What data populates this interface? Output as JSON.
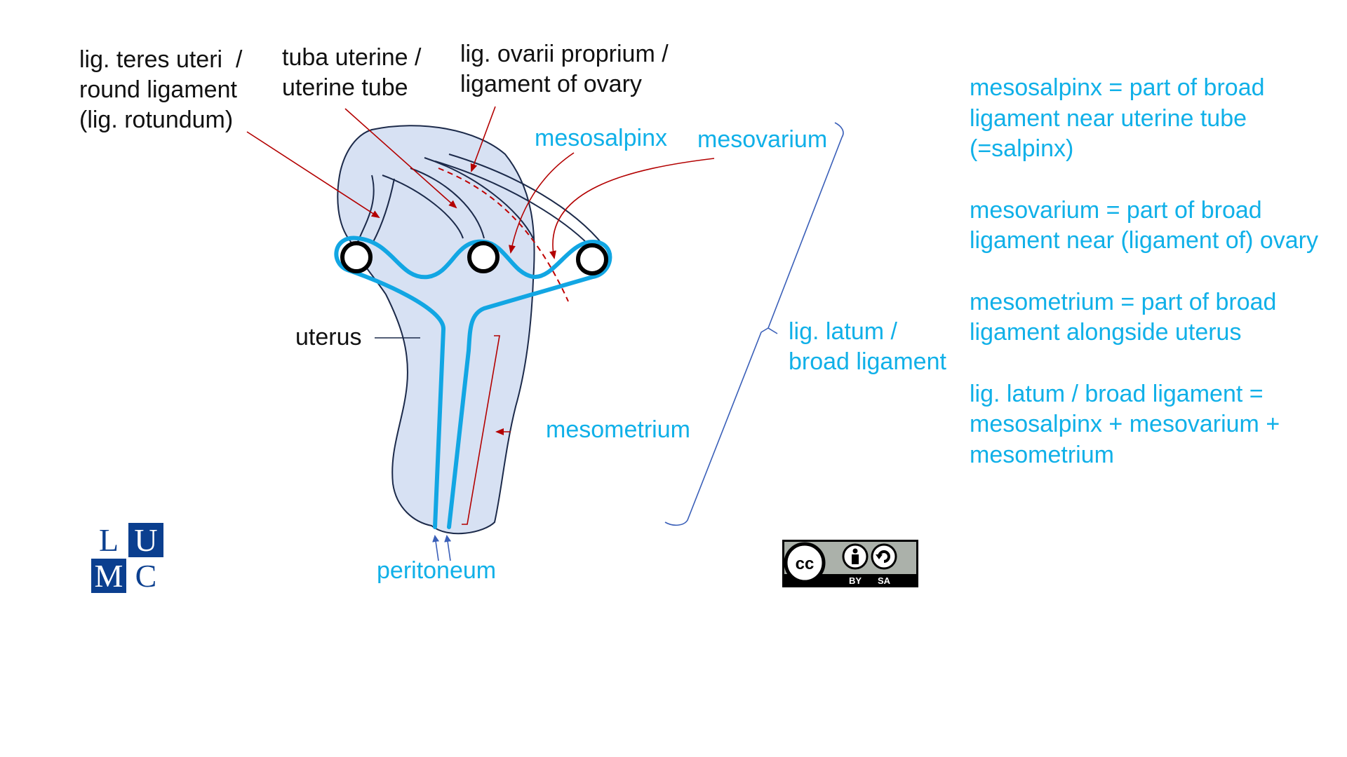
{
  "colors": {
    "label_blue": "#10b0e8",
    "peritoneum_line": "#12a6e3",
    "organ_fill": "#d7e1f3",
    "organ_outline": "#1c2a4a",
    "arrow_red": "#b30000",
    "brace_blue": "#3a5fb8",
    "logo_blue": "#0b3f8f"
  },
  "labels": {
    "round_ligament": "lig. teres uteri  /\nround ligament\n(lig. rotundum)",
    "uterine_tube": "tuba uterine /\nuterine tube",
    "ovary_ligament": "lig. ovarii proprium /\nligament of ovary",
    "mesosalpinx": "mesosalpinx",
    "mesovarium": "mesovarium",
    "uterus": "uterus",
    "mesometrium": "mesometrium",
    "peritoneum": "peritoneum",
    "broad_ligament": "lig. latum /\nbroad ligament"
  },
  "notes": [
    "mesosalpinx = part of broad ligament near uterine tube (=salpinx)",
    "mesovarium = part of broad ligament near (ligament of) ovary",
    "mesometrium = part of broad ligament alongside uterus",
    "lig. latum / broad ligament = mesosalpinx + mesovarium + mesometrium"
  ],
  "logo": {
    "cells": [
      "L",
      "U",
      "M",
      "C"
    ],
    "icon": "lumc-logo"
  },
  "license": {
    "icon": "cc-by-sa-icon",
    "by": "BY",
    "sa": "SA",
    "cc": "cc"
  }
}
